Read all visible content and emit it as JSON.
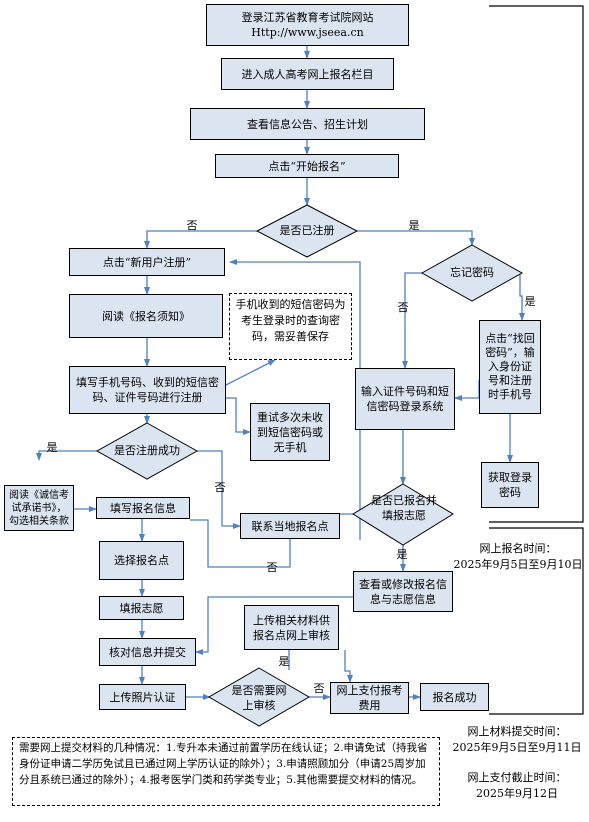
{
  "nodes": {
    "login": [
      "登录江苏省教育考试院网站",
      "Http://www.jseea.cn"
    ],
    "enter": "进入成人高考网上报名栏目",
    "notice": "查看信息公告、招生计划",
    "start": "点击“开始报名”",
    "registered_q": "是否已注册",
    "forgot_q": "忘记密码",
    "new_user": "点击“新用户注册”",
    "read_notice": "阅读《报名须知》",
    "sms_note": "手机收到的短信密码为考生登录时的查询密码，需妥善保存",
    "find_pwd": "点击“找回密码”，输入身份证号和注册时手机号",
    "login_sys": "输入证件号码和短信密码登录系统",
    "fill_phone": "填写手机号码、收到的短信密码、证件号码进行注册",
    "retry": "重试多次未收到短信密码或无手机",
    "reg_ok_q": "是否注册成功",
    "get_pwd": "获取登录密码",
    "read_letter": "阅读《诚信考试承诺书》，勾选相关条款",
    "fill_info": "填写报名信息",
    "contact": "联系当地报名点",
    "signed_q": "是否已报名并填报志愿",
    "choose_site": "选择报名点",
    "fill_wish": "填报志愿",
    "view_edit": "查看或修改报名信息与志愿信息",
    "upload_mat": "上传相关材料供报名点网上审核",
    "verify": "核对信息并提交",
    "need_review_q": "是否需要网上审核",
    "upload_photo": "上传照片认证",
    "pay": "网上支付报考费用",
    "done": "报名成功"
  },
  "labels": {
    "yes": "是",
    "no": "否"
  },
  "side_notes": {
    "reg_time": [
      "网上报名时间：",
      "2025年9月5日至9月10日"
    ],
    "material_time": [
      "网上材料提交时间：",
      "2025年9月5日至9月11日"
    ],
    "pay_deadline": [
      "网上支付截止时间：",
      "2025年9月12日"
    ]
  },
  "footnote": "需要网上提交材料的几种情况：1.专升本未通过前置学历在线认证；2.申请免试（持我省身份证申请二学历免试且已通过网上学历认证的除外）；3.申请照顾加分（申请25周岁加分且系统已通过的除外）；4.报考医学门类和药学类专业；5.其他需要提交材料的情况。"
}
